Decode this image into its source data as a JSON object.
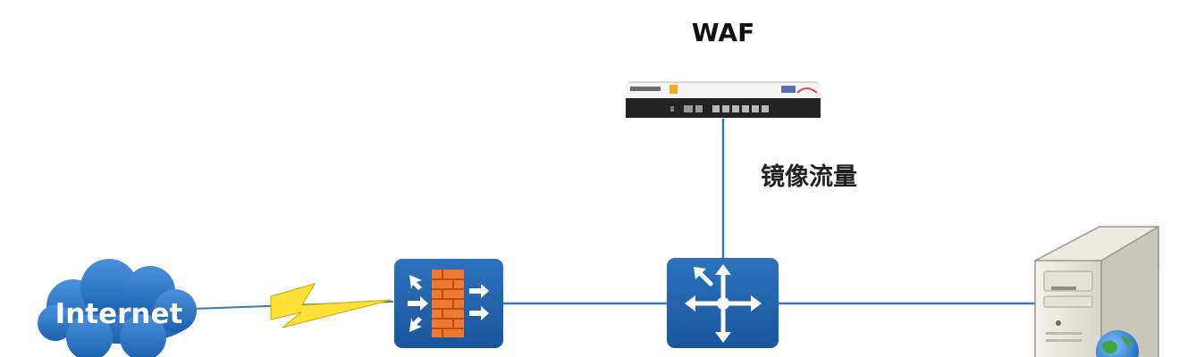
{
  "nodes": {
    "waf": {
      "label": "WAF"
    },
    "internet": {
      "label": "Internet"
    }
  },
  "edges": {
    "mirror": {
      "label": "镜像流量"
    }
  },
  "colors": {
    "link": "#3a78b8",
    "tile": "#1f62ad",
    "cloud": "#2a73c6",
    "lightning": "#ffe13a",
    "firewall": "#f07830"
  }
}
